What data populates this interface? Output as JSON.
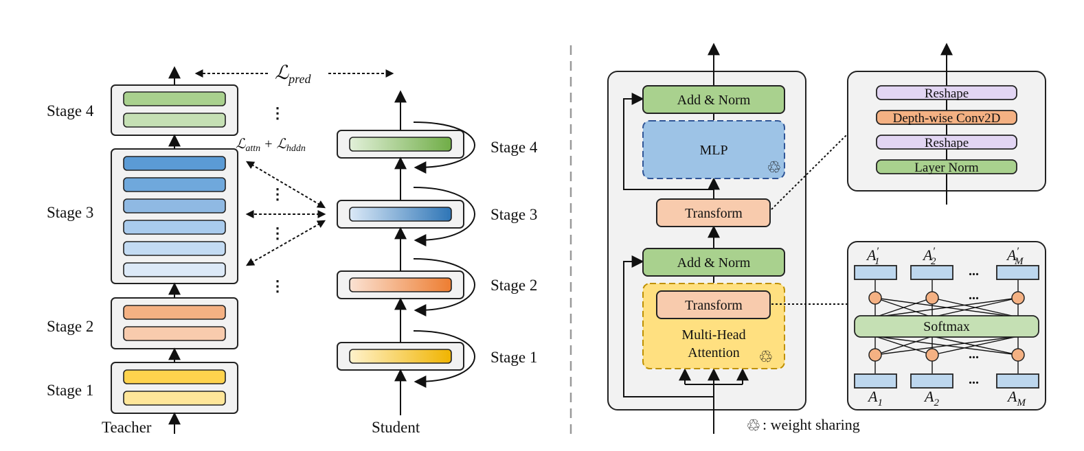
{
  "left": {
    "teacher_label": "Teacher",
    "student_label": "Student",
    "teacher_stages": [
      "Stage 1",
      "Stage 2",
      "Stage 3",
      "Stage 4"
    ],
    "student_stages": [
      "Stage 1",
      "Stage 2",
      "Stage 3",
      "Stage 4"
    ],
    "loss_pred_main": "ℒ",
    "loss_pred_sub": "pred",
    "loss_attn_main": "ℒ",
    "loss_attn_sub": "attn",
    "loss_plus": "+",
    "loss_hddn_main": "ℒ",
    "loss_hddn_sub": "hddn",
    "ellipsis": "⋮"
  },
  "middle": {
    "add_norm_top": "Add & Norm",
    "mlp": "MLP",
    "transform_mid": "Transform",
    "add_norm_bottom": "Add & Norm",
    "transform_attn": "Transform",
    "mha_line1": "Multi-Head",
    "mha_line2": "Attention",
    "weight_sharing_legend": ": weight sharing",
    "recycle_glyph": "♲"
  },
  "right_top": {
    "reshape_top": "Reshape",
    "dwconv": "Depth-wise Conv2D",
    "reshape_bottom": "Reshape",
    "layer_norm": "Layer Norm"
  },
  "right_bottom": {
    "softmax": "Softmax",
    "top_labels": [
      {
        "main": "A",
        "sub": "1",
        "sup": "′"
      },
      {
        "main": "A",
        "sub": "2",
        "sup": "′"
      },
      {
        "main": "A",
        "sub": "M",
        "sup": "′"
      }
    ],
    "bottom_labels": [
      {
        "main": "A",
        "sub": "1"
      },
      {
        "main": "A",
        "sub": "2"
      },
      {
        "main": "A",
        "sub": "M"
      }
    ],
    "dots": "..."
  },
  "colors": {
    "green": "#a9d18e",
    "green_light": "#c5e0b4",
    "blue_dark": "#5b9bd5",
    "orange": "#f4b183",
    "orange_light": "#f8cbad",
    "yellow": "#ffd966",
    "yellow_light": "#ffe699",
    "purple": "#e2d5f3",
    "panel": "#f2f2f2",
    "mlp_fill": "#9dc3e6",
    "mha_fill": "#ffe080"
  }
}
